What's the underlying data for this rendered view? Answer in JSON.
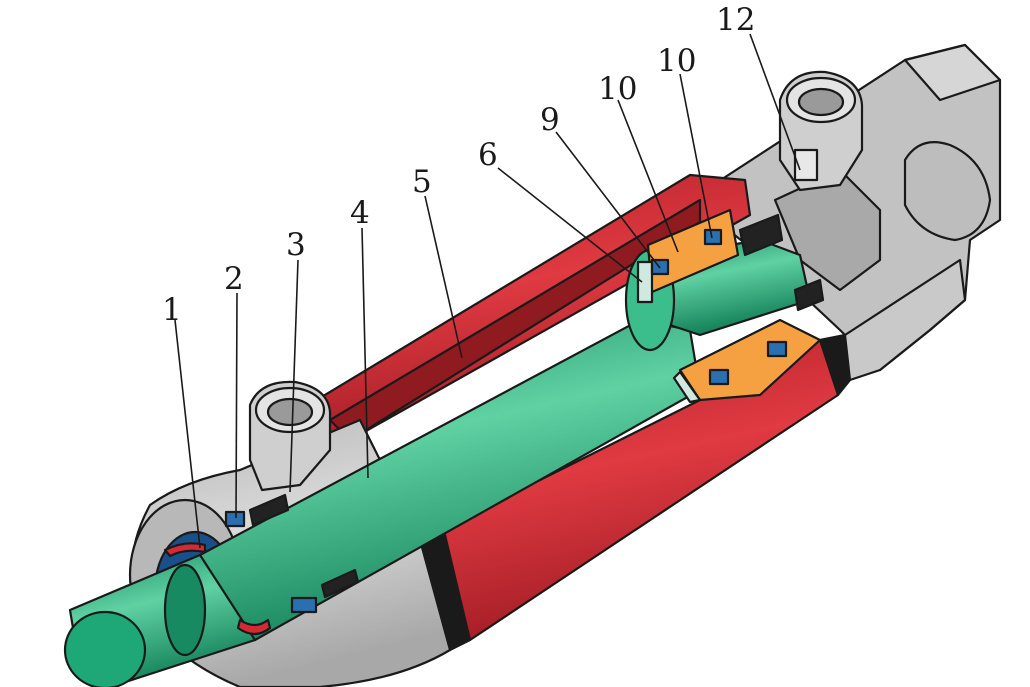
{
  "callouts": [
    {
      "id": "c1",
      "label": "1"
    },
    {
      "id": "c2",
      "label": "2"
    },
    {
      "id": "c3",
      "label": "3"
    },
    {
      "id": "c4",
      "label": "4"
    },
    {
      "id": "c5",
      "label": "5"
    },
    {
      "id": "c6",
      "label": "6"
    },
    {
      "id": "c9",
      "label": "9"
    },
    {
      "id": "c10a",
      "label": "10"
    },
    {
      "id": "c10b",
      "label": "10"
    },
    {
      "id": "c12",
      "label": "12"
    }
  ],
  "colors": {
    "housing": "#c9c9c9",
    "housing_dark": "#9a9a9a",
    "cylinder_tube": "#d42a33",
    "cylinder_tube_dark": "#9e1b22",
    "rod": "#1fa877",
    "rod_light": "#5fd1a3",
    "piston": "#f5a142",
    "seal": "#2a6fb0",
    "guide_ring": "#cfe9e1",
    "black_seal": "#222222"
  }
}
